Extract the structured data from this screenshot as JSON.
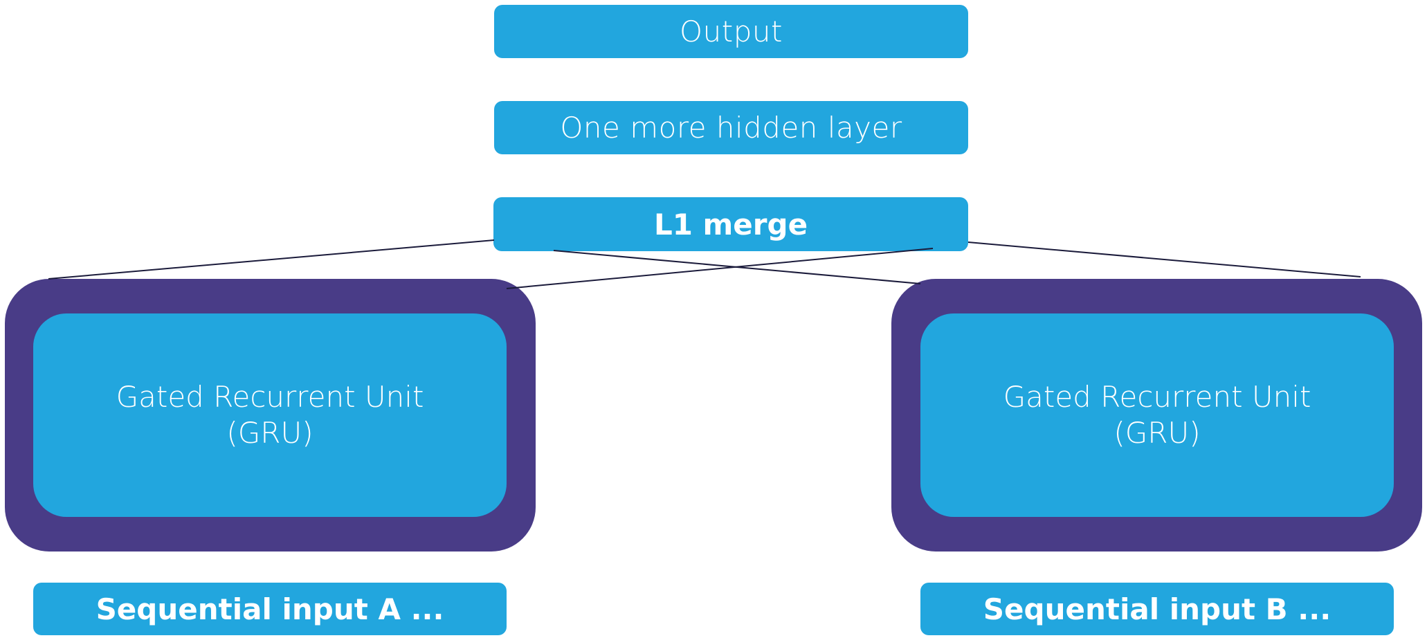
{
  "colors": {
    "node_fill": "#22a6de",
    "container_fill": "#493c87",
    "text": "#ffffff",
    "connector": "#1a1a3a"
  },
  "nodes": {
    "output": {
      "label": "Output"
    },
    "hidden": {
      "label": "One more hidden layer"
    },
    "merge": {
      "label": "L1 merge"
    },
    "gru_a": {
      "line1": "Gated Recurrent Unit",
      "line2": "(GRU)"
    },
    "gru_b": {
      "line1": "Gated Recurrent Unit",
      "line2": "(GRU)"
    },
    "input_a": {
      "label": "Sequential input A ..."
    },
    "input_b": {
      "label": "Sequential input B ..."
    }
  }
}
